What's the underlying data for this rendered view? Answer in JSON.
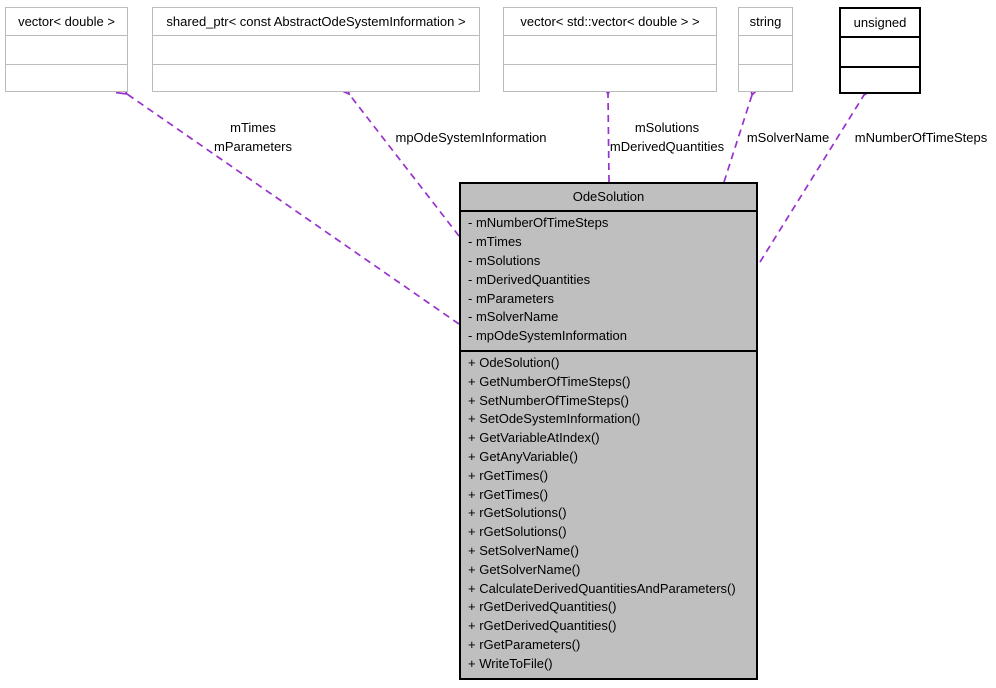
{
  "colors": {
    "edge": "#9932CC",
    "class_fill": "#BFBFBF",
    "ext_border": "#BCBCBC"
  },
  "top_nodes": [
    {
      "label": "vector< double >"
    },
    {
      "label": "shared_ptr< const AbstractOdeSystemInformation >"
    },
    {
      "label": "vector< std::vector< double > >"
    },
    {
      "label": "string"
    },
    {
      "label": "unsigned"
    }
  ],
  "main_class": {
    "name": "OdeSolution",
    "attributes": [
      "- mNumberOfTimeSteps",
      "- mTimes",
      "- mSolutions",
      "- mDerivedQuantities",
      "- mParameters",
      "- mSolverName",
      "- mpOdeSystemInformation"
    ],
    "methods": [
      "+ OdeSolution()",
      "+ GetNumberOfTimeSteps()",
      "+ SetNumberOfTimeSteps()",
      "+ SetOdeSystemInformation()",
      "+ GetVariableAtIndex()",
      "+ GetAnyVariable()",
      "+ rGetTimes()",
      "+ rGetTimes()",
      "+ rGetSolutions()",
      "+ rGetSolutions()",
      "+ SetSolverName()",
      "+ GetSolverName()",
      "+ CalculateDerivedQuantitiesAndParameters()",
      "+ rGetDerivedQuantities()",
      "+ rGetDerivedQuantities()",
      "+ rGetParameters()",
      "+ WriteToFile()"
    ]
  },
  "edges": [
    {
      "label_lines": [
        "mTimes",
        "mParameters"
      ]
    },
    {
      "label_lines": [
        "mpOdeSystemInformation"
      ]
    },
    {
      "label_lines": [
        "mSolutions",
        "mDerivedQuantities"
      ]
    },
    {
      "label_lines": [
        "mSolverName"
      ]
    },
    {
      "label_lines": [
        "mNumberOfTimeSteps"
      ]
    }
  ]
}
